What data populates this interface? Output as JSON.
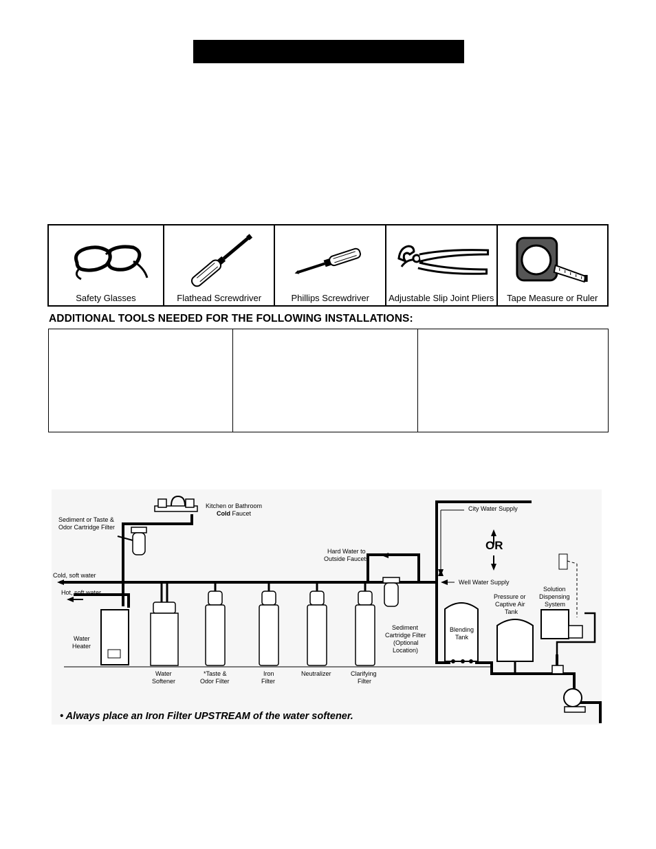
{
  "tools": [
    {
      "label": "Safety Glasses",
      "icon": "safety-glasses-icon"
    },
    {
      "label": "Flathead Screwdriver",
      "icon": "flathead-screwdriver-icon"
    },
    {
      "label": "Phillips Screwdriver",
      "icon": "phillips-screwdriver-icon"
    },
    {
      "label": "Adjustable Slip Joint Pliers",
      "icon": "pliers-icon"
    },
    {
      "label": "Tape Measure or Ruler",
      "icon": "tape-measure-icon"
    }
  ],
  "additional": {
    "heading": "ADDITIONAL TOOLS NEEDED FOR THE FOLLOWING INSTALLATIONS:"
  },
  "diagram": {
    "labels": {
      "kitchen_faucet_1": "Kitchen or Bathroom",
      "kitchen_faucet_2_bold": "Cold",
      "kitchen_faucet_2_rest": " Faucet",
      "sediment_taste_1": "Sediment or Taste &",
      "sediment_taste_2": "Odor Cartridge Filter",
      "cold_soft": "Cold, soft water",
      "hot_soft": "Hot, soft water",
      "hard_outside_1": "Hard Water to",
      "hard_outside_2": "Outside Faucets",
      "city_supply": "City Water Supply",
      "or": "OR",
      "well_supply": "Well Water Supply",
      "water_heater_1": "Water",
      "water_heater_2": "Heater",
      "water_softener_1": "Water",
      "water_softener_2": "Softener",
      "taste_odor_1": "*Taste &",
      "taste_odor_2": "Odor Filter",
      "iron_1": "Iron",
      "iron_2": "Filter",
      "neutralizer": "Neutralizer",
      "clarifying_1": "Clarifying",
      "clarifying_2": "Filter",
      "sediment_cart_1": "Sediment",
      "sediment_cart_2": "Cartridge Filter",
      "sediment_cart_3": "(Optional",
      "sediment_cart_4": "Location)",
      "blending_1": "Blending",
      "blending_2": "Tank",
      "pressure_1": "Pressure or",
      "pressure_2": "Captive Air",
      "pressure_3": "Tank",
      "solution_1": "Solution",
      "solution_2": "Dispensing",
      "solution_3": "System"
    },
    "note": "• Always place an Iron Filter UPSTREAM of the water softener."
  }
}
